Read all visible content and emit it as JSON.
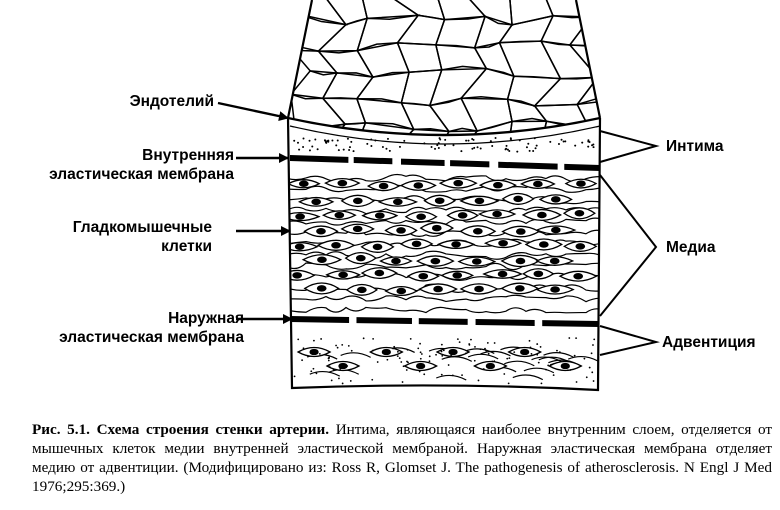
{
  "labels": {
    "endothelium": "Эндотелий",
    "internal_membrane_1": "Внутренняя",
    "internal_membrane_2": "эластическая мембрана",
    "smooth_muscle_1": "Гладкомышечные",
    "smooth_muscle_2": "клетки",
    "external_membrane_1": "Наружная",
    "external_membrane_2": "эластическая мембрана",
    "intima": "Интима",
    "media": "Медиа",
    "adventitia": "Адвентиция"
  },
  "caption": {
    "title": "Рис. 5.1. Схема строения стенки артерии.",
    "text": " Интима, являющаяся наиболее внутренним слоем, отделяется от мышечных клеток медии внутренней эластической мембраной. Наружная эластическая мембрана отделяет медию от адвентиции. (Модифицировано из: Ross R, Glomset J. The pathogenesis of atherosclerosis. N Engl J Med 1976;295:369.)"
  },
  "colors": {
    "ink": "#000000",
    "paper": "#ffffff"
  }
}
